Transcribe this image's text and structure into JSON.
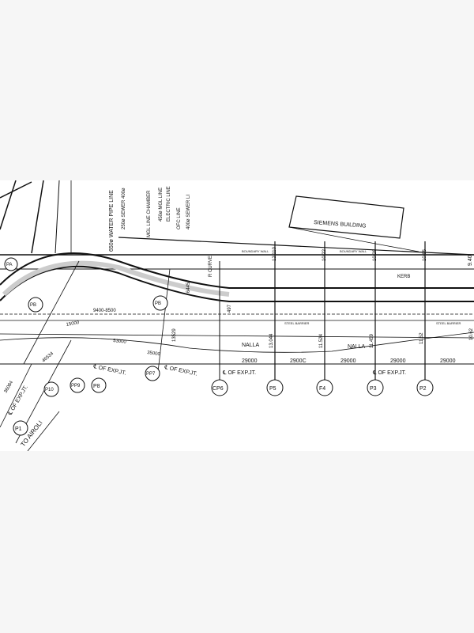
{
  "building": {
    "label": "SIEMENS BUILDING"
  },
  "utilities": [
    "650ø WATER PIPE LINE",
    "250ø SEWER 400ø",
    "MGL LINE CHAMBER",
    "450ø MGL LINE",
    "ELECTRIC LINE",
    "OFC LINE",
    "400ø SEWER LI"
  ],
  "labels": {
    "kerb": "KERB",
    "nalla": "NALLA",
    "steel_barrier": "STEEL BARRIER",
    "boundary_wall": "BOUNDARY WALL",
    "to_airoli": "TO AIROLI",
    "exp_joint": "℄ OF EXP.JT.",
    "radius": "R CURVE",
    "offset": "9400-8500"
  },
  "piers": [
    "P1",
    "P10",
    "PP9",
    "P8",
    "PP7",
    "CP6",
    "P5",
    "F4",
    "P3",
    "P2",
    "PA",
    "PB",
    "PB"
  ],
  "levels": [
    "12.110",
    "10.22",
    "10.28",
    "10.85",
    "9.40"
  ],
  "spans": [
    "29000",
    "2900C",
    "29000",
    "29000",
    "29000"
  ],
  "dimensions": [
    "15000",
    "53000",
    "46534",
    "36084",
    "13529",
    "497",
    "6445",
    "13.044",
    "11.524",
    "11.459",
    "11.52",
    "10.62",
    "35000"
  ]
}
